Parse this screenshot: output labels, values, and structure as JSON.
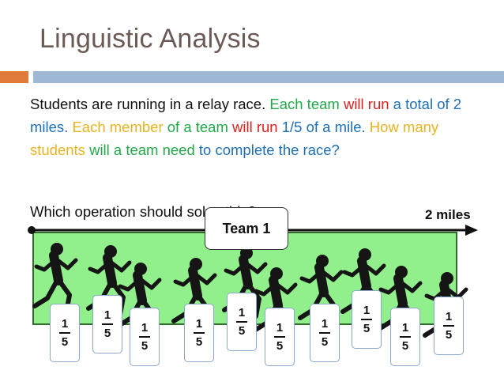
{
  "slide": {
    "title": "Linguistic Analysis"
  },
  "problem": {
    "segments": [
      {
        "text": "Students are running in a relay race. ",
        "color": "#111111"
      },
      {
        "text": "Each team ",
        "color": "#22a84a"
      },
      {
        "text": "will run ",
        "color": "#e0201f"
      },
      {
        "text": "a total of 2 miles. ",
        "color": "#1f6fb5"
      },
      {
        "text": "Each member ",
        "color": "#e8b323"
      },
      {
        "text": "of a team ",
        "color": "#22a84a"
      },
      {
        "text": "will run ",
        "color": "#e0201f"
      },
      {
        "text": "1/5 of a mile. ",
        "color": "#1f6fb5"
      },
      {
        "text": "How many students ",
        "color": "#e8b323"
      },
      {
        "text": "will a team need ",
        "color": "#22a84a"
      },
      {
        "text": "to complete the race?",
        "color": "#1f6fb5"
      }
    ]
  },
  "question": "Which operation should  solve this?",
  "miles_label": "2 miles",
  "team_label": "Team 1",
  "fractions": [
    {
      "numerator": "1",
      "denominator": "5"
    },
    {
      "numerator": "1",
      "denominator": "5"
    },
    {
      "numerator": "1",
      "denominator": "5"
    },
    {
      "numerator": "1",
      "denominator": "5"
    },
    {
      "numerator": "1",
      "denominator": "5"
    },
    {
      "numerator": "1",
      "denominator": "5"
    },
    {
      "numerator": "1",
      "denominator": "5"
    },
    {
      "numerator": "1",
      "denominator": "5"
    },
    {
      "numerator": "1",
      "denominator": "5"
    },
    {
      "numerator": "1",
      "denominator": "5"
    }
  ],
  "colors": {
    "track_fill": "#92f08c",
    "track_border": "#2f6b2a",
    "runner": "#151515",
    "card_border": "#8aa7cc"
  }
}
